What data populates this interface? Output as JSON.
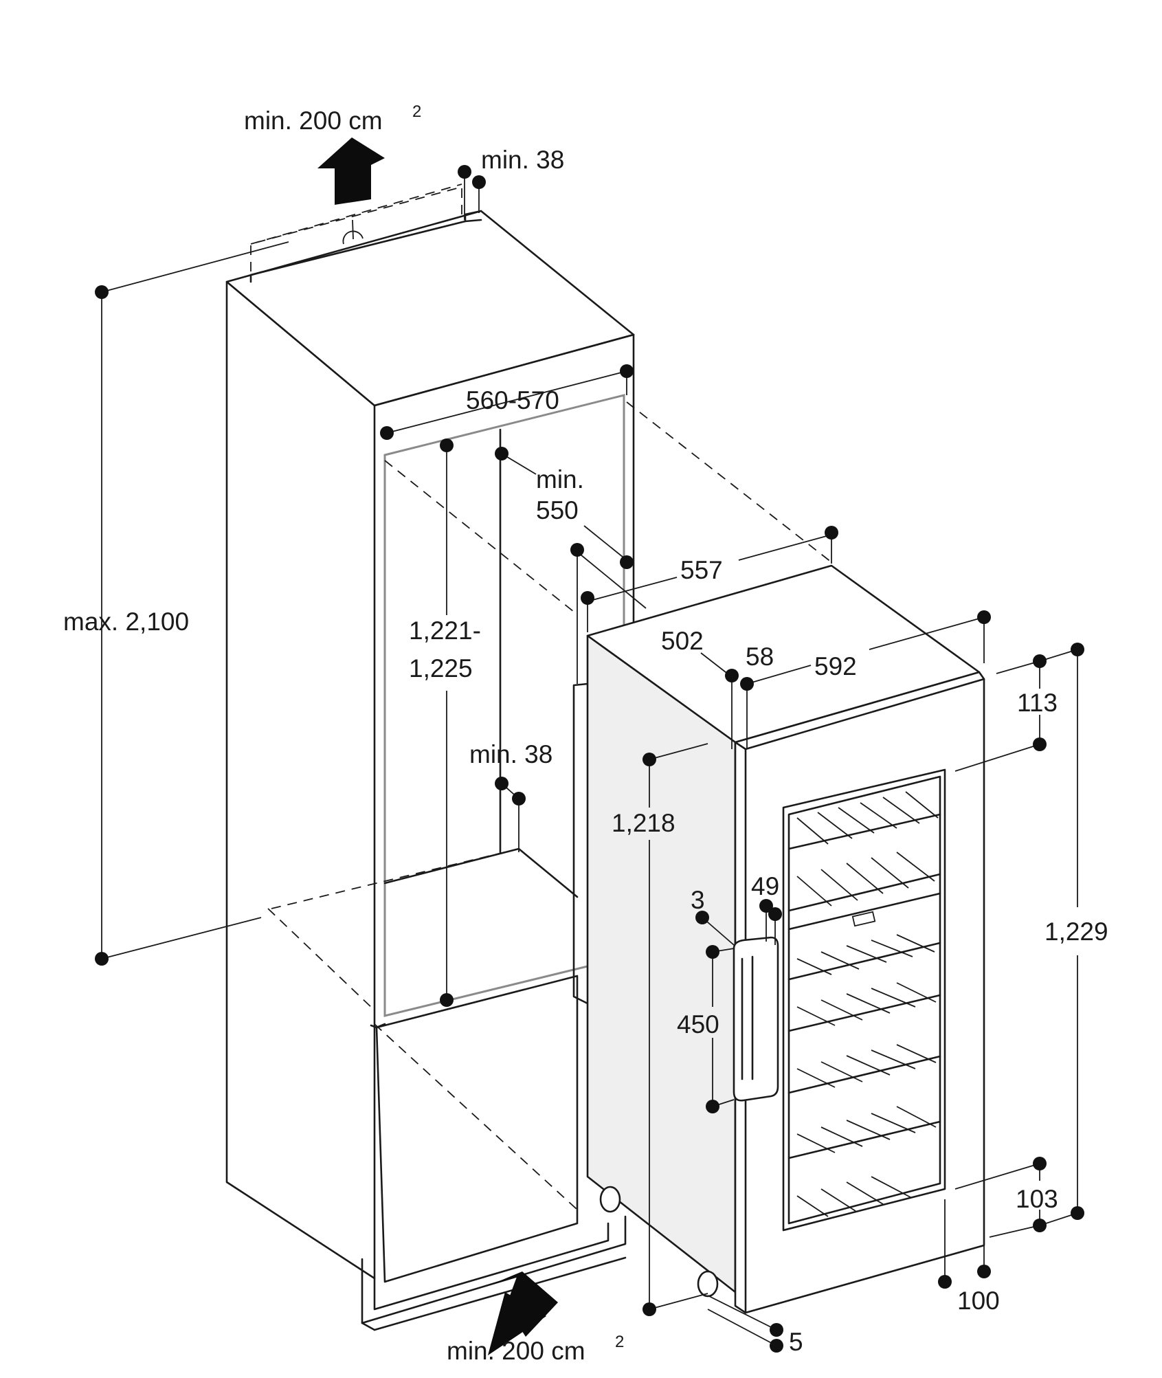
{
  "diagram": {
    "labels": {
      "vent_top": "min. 200 cm",
      "vent_top_sup": "2",
      "vent_bottom": "min. 200 cm",
      "vent_bottom_sup": "2",
      "top_gap": "min. 38",
      "niche_height": "max. 2,100",
      "niche_width": "560-570",
      "niche_depth_1": "min.",
      "niche_depth_2": "550",
      "opening_height_1": "1,221-",
      "opening_height_2": "1,225",
      "shelf_gap": "min. 38",
      "appliance_width": "557",
      "appliance_depth": "502",
      "door_thickness": "58",
      "door_width": "592",
      "appliance_height": "1,218",
      "handle_offset": "3",
      "handle_depth": "49",
      "handle_length": "450",
      "top_offset": "113",
      "door_height": "1,229",
      "bottom_offset": "103",
      "door_overlap": "100",
      "base_offset": "5"
    }
  }
}
